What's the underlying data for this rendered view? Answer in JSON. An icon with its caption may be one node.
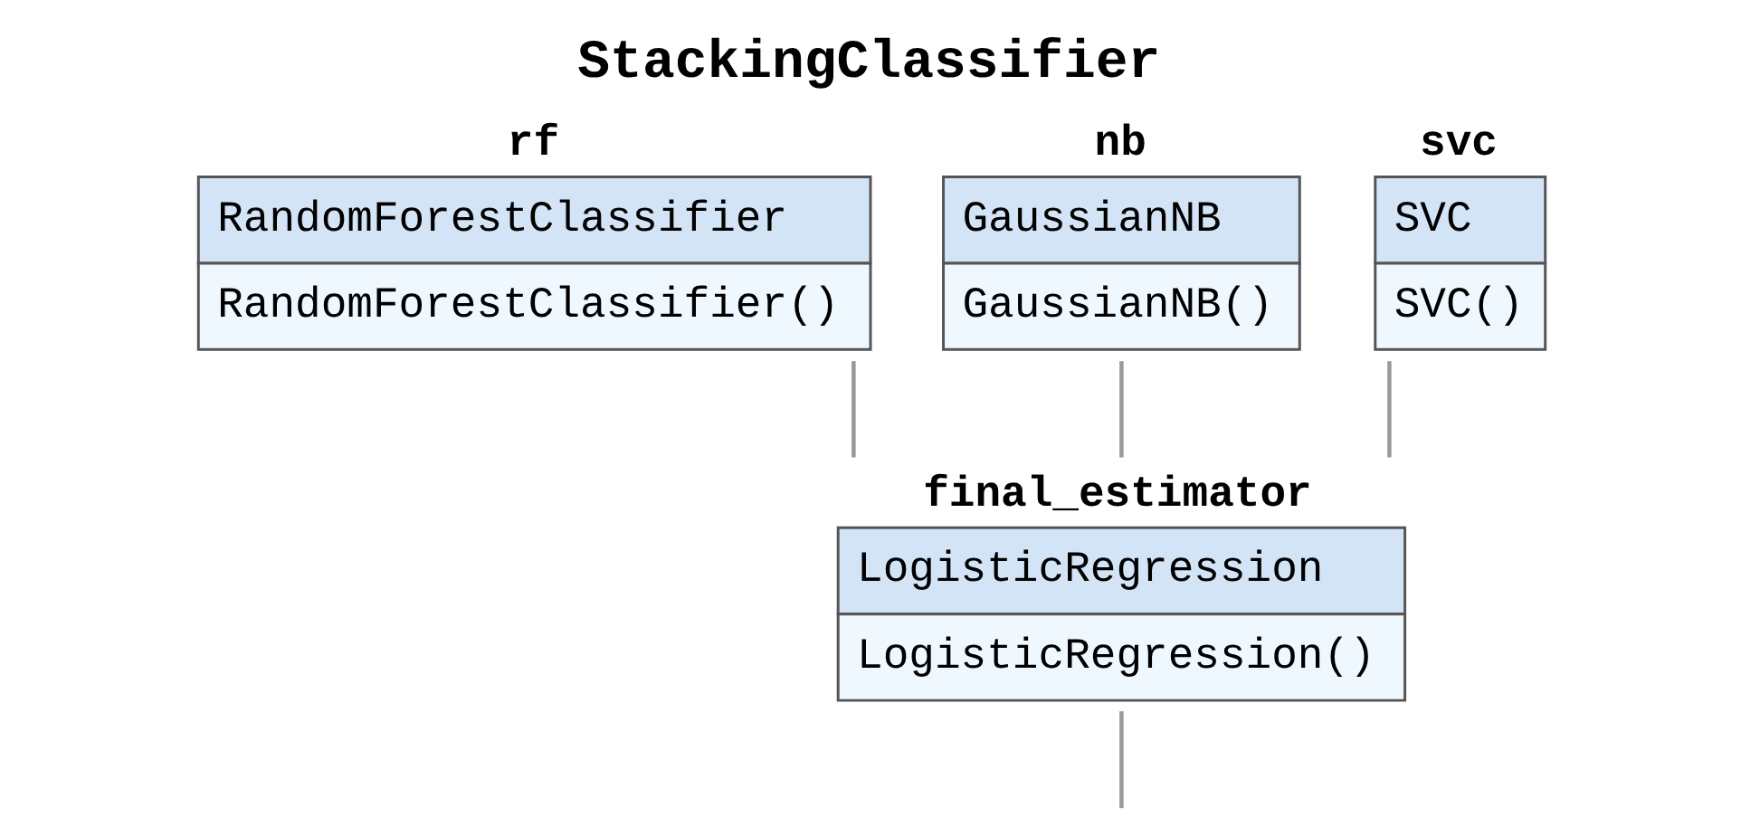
{
  "diagram": {
    "title": "StackingClassifier",
    "nodes": [
      {
        "text": [
          "rf",
          "RandomForestClassifier",
          "RandomForestClassifier()"
        ]
      },
      {
        "text": [
          "nb",
          "GaussianNB",
          "GaussianNB()"
        ]
      },
      {
        "text": [
          "svc",
          "SVC",
          "SVC()"
        ]
      },
      {
        "text": [
          "final_estimator",
          "LogisticRegression",
          "LogisticRegression()"
        ]
      }
    ],
    "edges": [
      {
        "from": 0,
        "to": 3,
        "arrow": "none"
      },
      {
        "from": 1,
        "to": 3,
        "arrow": "none"
      },
      {
        "from": 2,
        "to": 3,
        "arrow": "none"
      },
      {
        "from": 3,
        "to": null,
        "arrow": "none"
      }
    ]
  }
}
